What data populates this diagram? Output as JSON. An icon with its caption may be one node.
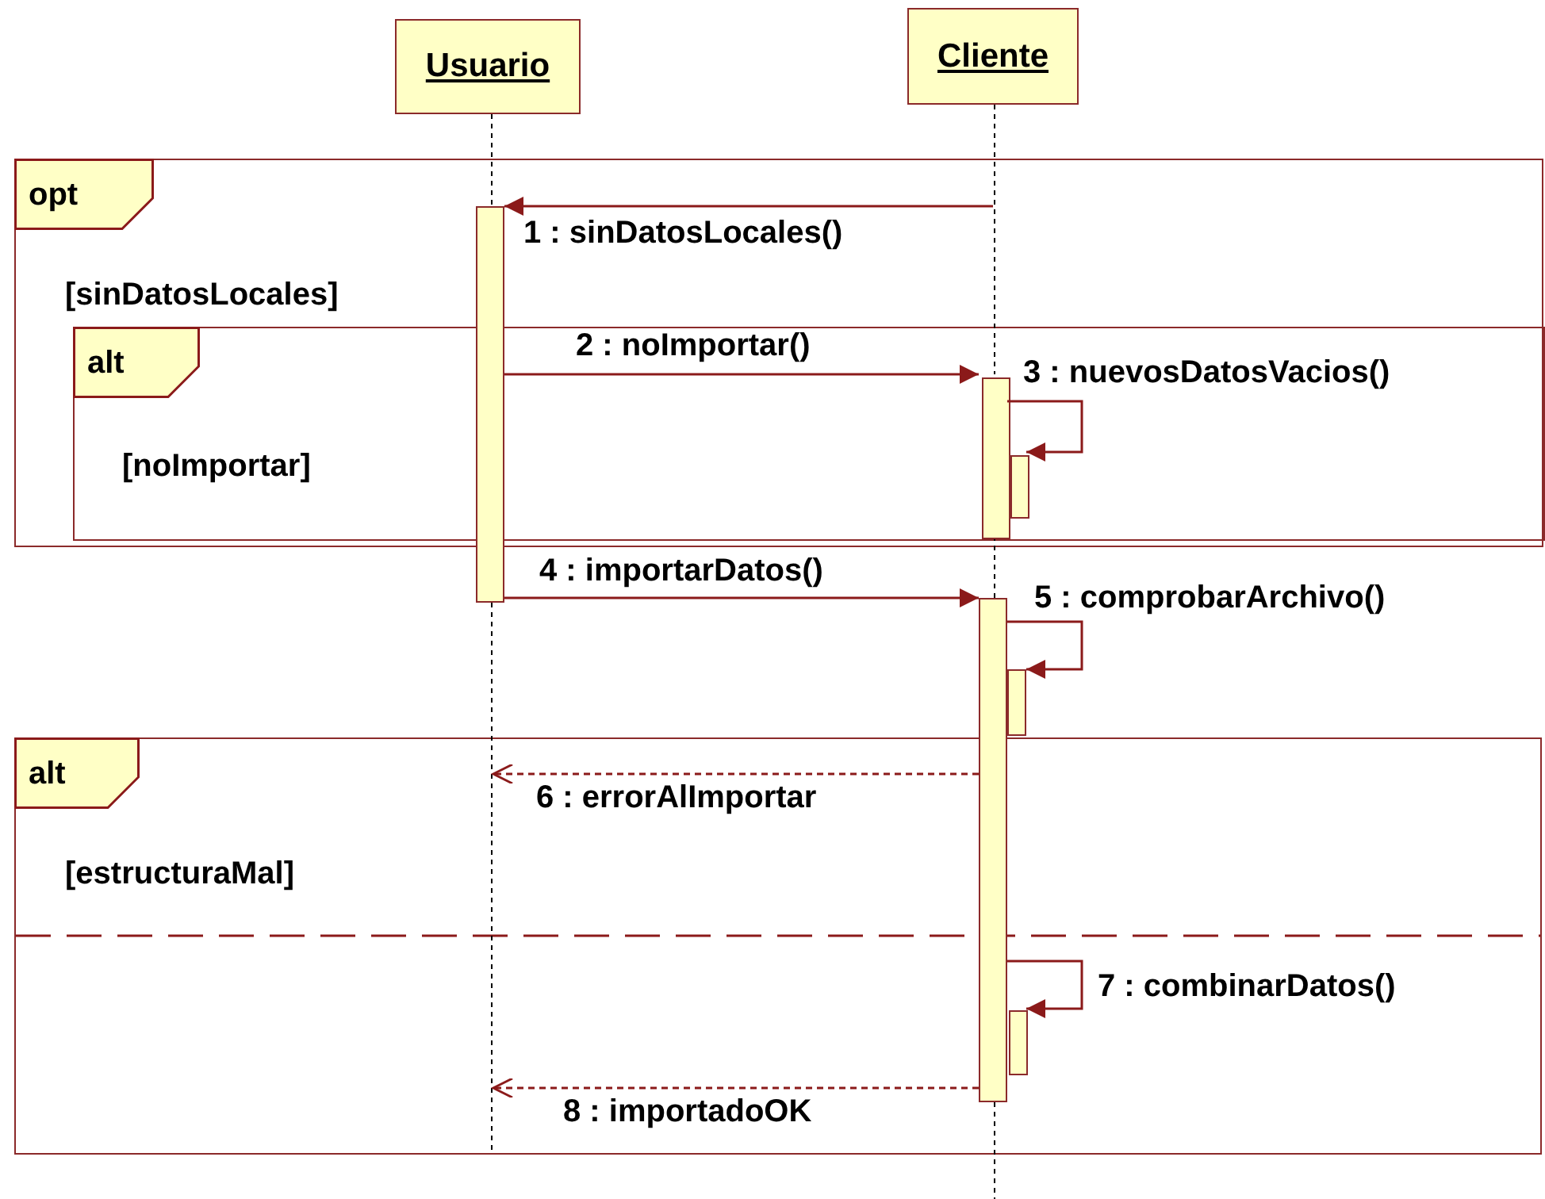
{
  "diagram": {
    "nodes": [
      {
        "text": [
          "Usuario"
        ]
      },
      {
        "text": [
          "Cliente"
        ]
      },
      {
        "text": [
          "opt",
          "[sinDatosLocales]"
        ]
      },
      {
        "text": [
          "alt",
          "[noImportar]"
        ],
        "in": 2
      },
      {
        "text": [
          "alt",
          "[estructuraMal]"
        ]
      },
      {
        "text": [],
        "shape": "bar"
      },
      {
        "text": [],
        "shape": "bar",
        "in": 3
      },
      {
        "text": [],
        "shape": "bar",
        "in": 3
      },
      {
        "text": [],
        "shape": "bar"
      },
      {
        "text": [],
        "shape": "bar"
      },
      {
        "text": [],
        "shape": "bar",
        "in": 4
      },
      {
        "text": [],
        "shape": "line"
      },
      {
        "text": [],
        "shape": "line"
      }
    ],
    "edges": [
      {
        "from": 12,
        "to": 5,
        "arrow": "to",
        "label": "1 : sinDatosLocales()"
      },
      {
        "from": 5,
        "to": 6,
        "arrow": "to",
        "label": "2 : noImportar()"
      },
      {
        "from": 6,
        "to": 7,
        "arrow": "to",
        "label": "3 : nuevosDatosVacios()"
      },
      {
        "from": 5,
        "to": 8,
        "arrow": "to",
        "label": "4 : importarDatos()"
      },
      {
        "from": 8,
        "to": 9,
        "arrow": "to",
        "label": "5 : comprobarArchivo()"
      },
      {
        "from": 8,
        "to": 11,
        "arrow": "to",
        "label": "6 : errorAlImportar",
        "style": "dashed"
      },
      {
        "from": 8,
        "to": 10,
        "arrow": "to",
        "label": "7 : combinarDatos()"
      },
      {
        "from": 8,
        "to": 11,
        "arrow": "to",
        "label": "8 : importadoOK",
        "style": "dashed"
      }
    ]
  }
}
